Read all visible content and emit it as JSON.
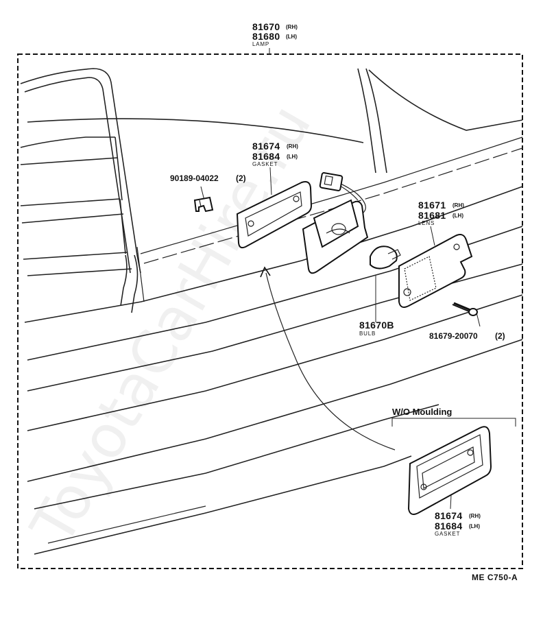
{
  "watermark": "ToyotaCarHire.ru",
  "lamp": {
    "pn_rh": "81670",
    "side_rh": "(RH)",
    "pn_lh": "81680",
    "side_lh": "(LH)",
    "caption": "LAMP"
  },
  "gasket_main": {
    "pn_rh": "81674",
    "side_rh": "(RH)",
    "pn_lh": "81684",
    "side_lh": "(LH)",
    "caption": "GASKET"
  },
  "clip": {
    "pn": "90189-04022",
    "qty": "(2)"
  },
  "lens": {
    "pn_rh": "81671",
    "side_rh": "(RH)",
    "pn_lh": "81681",
    "side_lh": "(LH)",
    "caption": "LENS"
  },
  "bulb": {
    "pn": "81670B",
    "caption": "BULB"
  },
  "screw": {
    "pn": "81679-20070",
    "qty": "(2)"
  },
  "wo_moulding": {
    "header": "W/O Moulding",
    "gasket": {
      "pn_rh": "81674",
      "side_rh": "(RH)",
      "pn_lh": "81684",
      "side_lh": "(LH)",
      "caption": "GASKET"
    }
  },
  "diagram_ref": "ME C750-A"
}
